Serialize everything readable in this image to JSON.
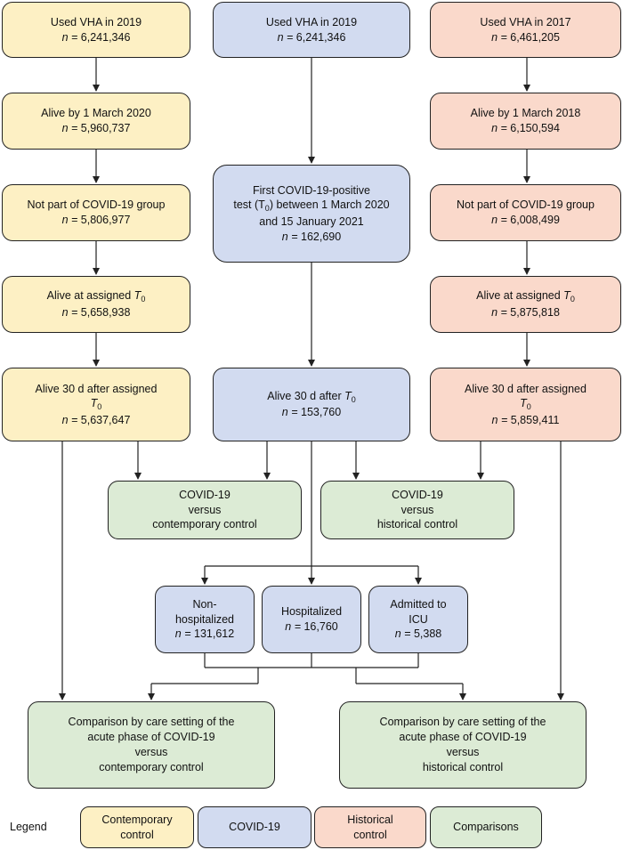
{
  "columns": {
    "contemporary": {
      "used_vha": {
        "title": "Used VHA in 2019",
        "n": "6,241,346"
      },
      "alive_by": {
        "title": "Alive by 1 March 2020",
        "n": "5,960,737"
      },
      "not_part": {
        "title": "Not part of COVID-19 group",
        "n": "5,806,977"
      },
      "alive_t0": {
        "title": "Alive at assigned",
        "n": "5,658,938"
      },
      "alive_30d": {
        "title_line1": "Alive 30 d after assigned",
        "n": "5,637,647"
      }
    },
    "covid": {
      "used_vha": {
        "title": "Used VHA in 2019",
        "n": "6,241,346"
      },
      "first_test": {
        "line1": "First COVID-19-positive",
        "line2_a": "test (T",
        "line2_b": ") between 1 March 2020",
        "line3": "and 15 January 2021",
        "n": "162,690"
      },
      "alive_30d": {
        "title": "Alive 30 d after",
        "n": "153,760"
      }
    },
    "historical": {
      "used_vha": {
        "title": "Used VHA in 2017",
        "n": "6,461,205"
      },
      "alive_by": {
        "title": "Alive by 1 March 2018",
        "n": "6,150,594"
      },
      "not_part": {
        "title": "Not part of COVID-19 group",
        "n": "6,008,499"
      },
      "alive_t0": {
        "title": "Alive at assigned",
        "n": "5,875,818"
      },
      "alive_30d": {
        "title_line1": "Alive 30 d after assigned",
        "n": "5,859,411"
      }
    }
  },
  "comparisons": {
    "contemporary": {
      "line1": "COVID-19",
      "line2": "versus",
      "line3": "contemporary control"
    },
    "historical": {
      "line1": "COVID-19",
      "line2": "versus",
      "line3": "historical control"
    }
  },
  "care_settings": {
    "non_hosp": {
      "line1": "Non-",
      "line2": "hospitalized",
      "n": "131,612"
    },
    "hosp": {
      "line1": "Hospitalized",
      "n": "16,760"
    },
    "icu": {
      "line1": "Admitted to",
      "line2": "ICU",
      "n": "5,388"
    }
  },
  "care_comparisons": {
    "contemporary": {
      "line1": "Comparison by care setting of the",
      "line2": "acute phase of COVID-19",
      "line3": "versus",
      "line4": "contemporary control"
    },
    "historical": {
      "line1": "Comparison by care setting of the",
      "line2": "acute phase of COVID-19",
      "line3": "versus",
      "line4": "historical control"
    }
  },
  "symbols": {
    "n_eq": "n = ",
    "t": "T",
    "sub0": "0"
  },
  "legend": {
    "label": "Legend",
    "items": [
      {
        "line1": "Contemporary",
        "line2": "control"
      },
      {
        "line1": "COVID-19"
      },
      {
        "line1": "Historical",
        "line2": "control"
      },
      {
        "line1": "Comparisons"
      }
    ]
  },
  "colors": {
    "yellow": "#fdf0c4",
    "blue": "#d2dbf0",
    "pink": "#fad9cb",
    "green": "#dcebd5",
    "stroke": "#222222"
  }
}
